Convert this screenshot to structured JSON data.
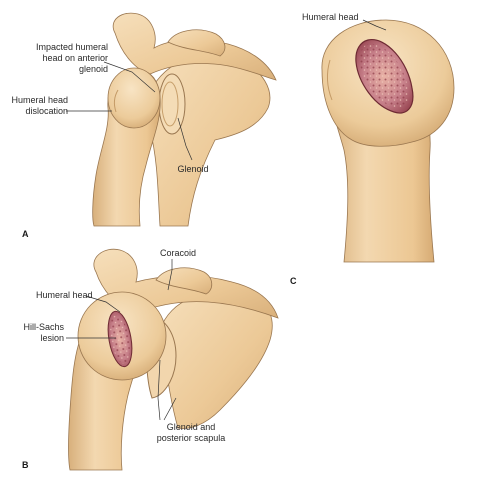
{
  "panels": {
    "a": {
      "letter": "A",
      "labels": {
        "impacted": "Impacted humeral head on anterior glenoid",
        "dislocation": "Humeral head dislocation",
        "glenoid": "Glenoid"
      }
    },
    "b": {
      "letter": "B",
      "labels": {
        "coracoid": "Coracoid",
        "humeral_head": "Humeral head",
        "hill_sachs": "Hill-Sachs lesion",
        "glenoid_posterior": "Glenoid and posterior scapula"
      }
    },
    "c": {
      "letter": "C",
      "labels": {
        "humeral_head": "Humeral head"
      }
    }
  },
  "colors": {
    "bone": "#f1d3a8",
    "bone_shadow": "#d2aa76",
    "outline": "#8a6a45",
    "lesion": "#b0606a",
    "lesion_dots": "#7d2f3a"
  }
}
